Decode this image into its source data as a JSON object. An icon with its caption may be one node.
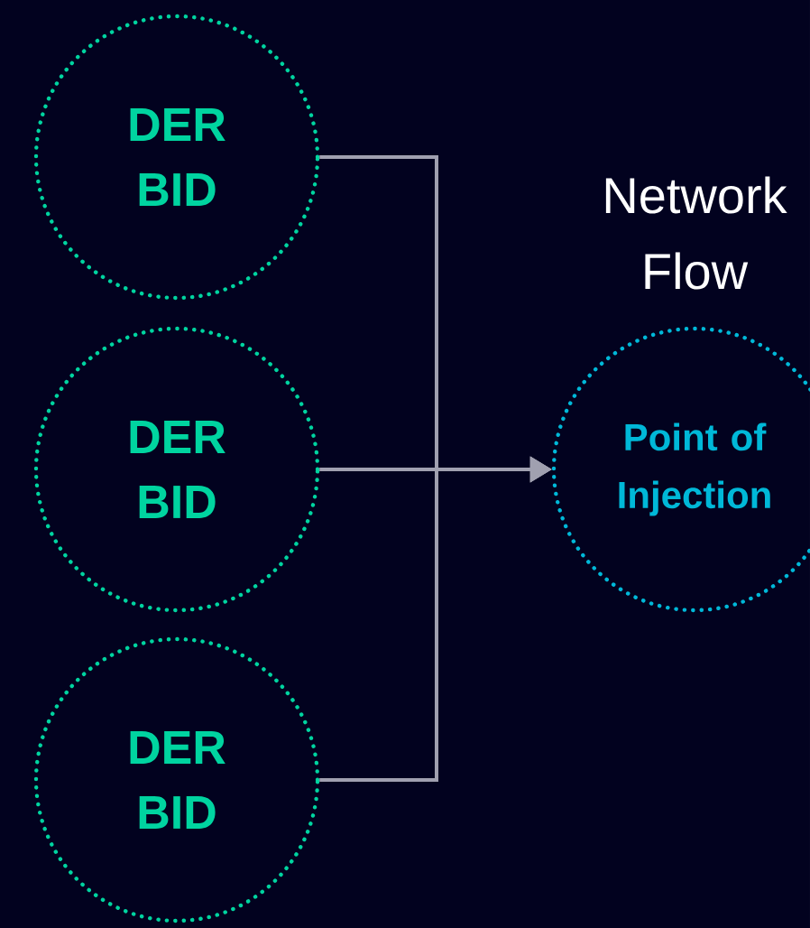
{
  "diagram": {
    "nodes": [
      {
        "text": [
          "DER BID"
        ]
      },
      {
        "text": [
          "DER BID"
        ]
      },
      {
        "text": [
          "DER BID"
        ]
      },
      {
        "text": [
          "Point of Injection"
        ],
        "beside": [
          "Network Flow"
        ]
      }
    ],
    "edges": [
      {
        "from": 0,
        "to": 3,
        "arrow": "to"
      },
      {
        "from": 1,
        "to": 3,
        "arrow": "to"
      },
      {
        "from": 2,
        "to": 3,
        "arrow": "to"
      }
    ]
  }
}
